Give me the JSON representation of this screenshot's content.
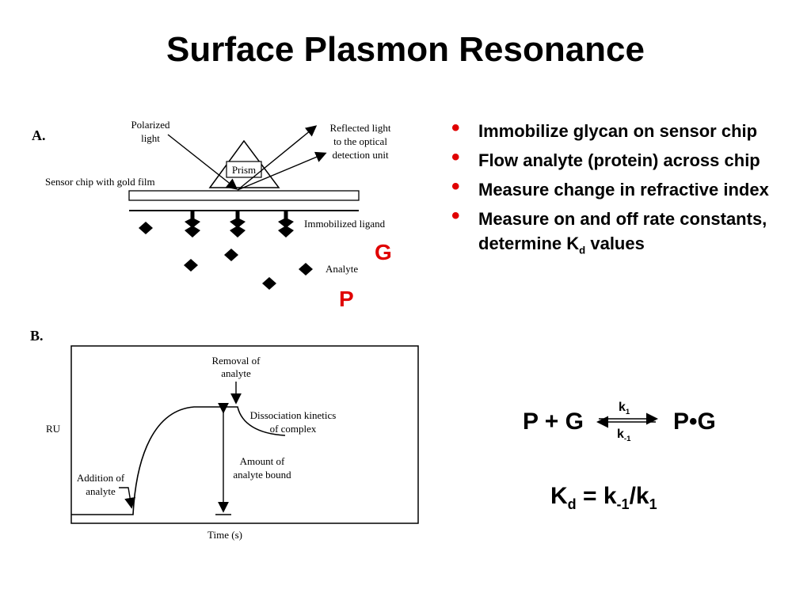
{
  "title": "Surface Plasmon Resonance",
  "colors": {
    "accent": "#e00000",
    "text": "#000000"
  },
  "panel_a": {
    "label": "A.",
    "polarized_light": [
      "Polarized",
      "light"
    ],
    "reflected_light": [
      "Reflected light",
      "to the optical",
      "detection unit"
    ],
    "prism": "Prism",
    "sensor_chip": "Sensor chip with gold film",
    "immobilized_ligand": "Immobilized ligand",
    "analyte": "Analyte",
    "g_label": "G",
    "p_label": "P"
  },
  "panel_b": {
    "label": "B.",
    "y_axis": "RU",
    "x_axis": "Time (s)",
    "removal": [
      "Removal of",
      "analyte"
    ],
    "dissociation": [
      "Dissociation kinetics",
      "of complex"
    ],
    "amount": [
      "Amount of",
      "analyte bound"
    ],
    "addition": [
      "Addition of",
      "analyte"
    ]
  },
  "bullets": [
    "Immobilize glycan on sensor chip",
    "Flow analyte (protein) across chip",
    "Measure change in refractive index",
    "Measure on and off rate constants, determine K"
  ],
  "bullet4_sub": "d",
  "bullet4_tail": "values",
  "bullet_icon": "bullet-dot",
  "equation": {
    "left": "P + G",
    "right": "P•G",
    "k_forward": "k",
    "k_forward_sub": "1",
    "k_reverse": "k",
    "k_reverse_sub": "-1"
  },
  "kd_equation": {
    "k1": "K",
    "k1_sub": "d",
    "mid": " = k",
    "mid_sub": "-1",
    "tail": "/k",
    "tail_sub": "1"
  }
}
